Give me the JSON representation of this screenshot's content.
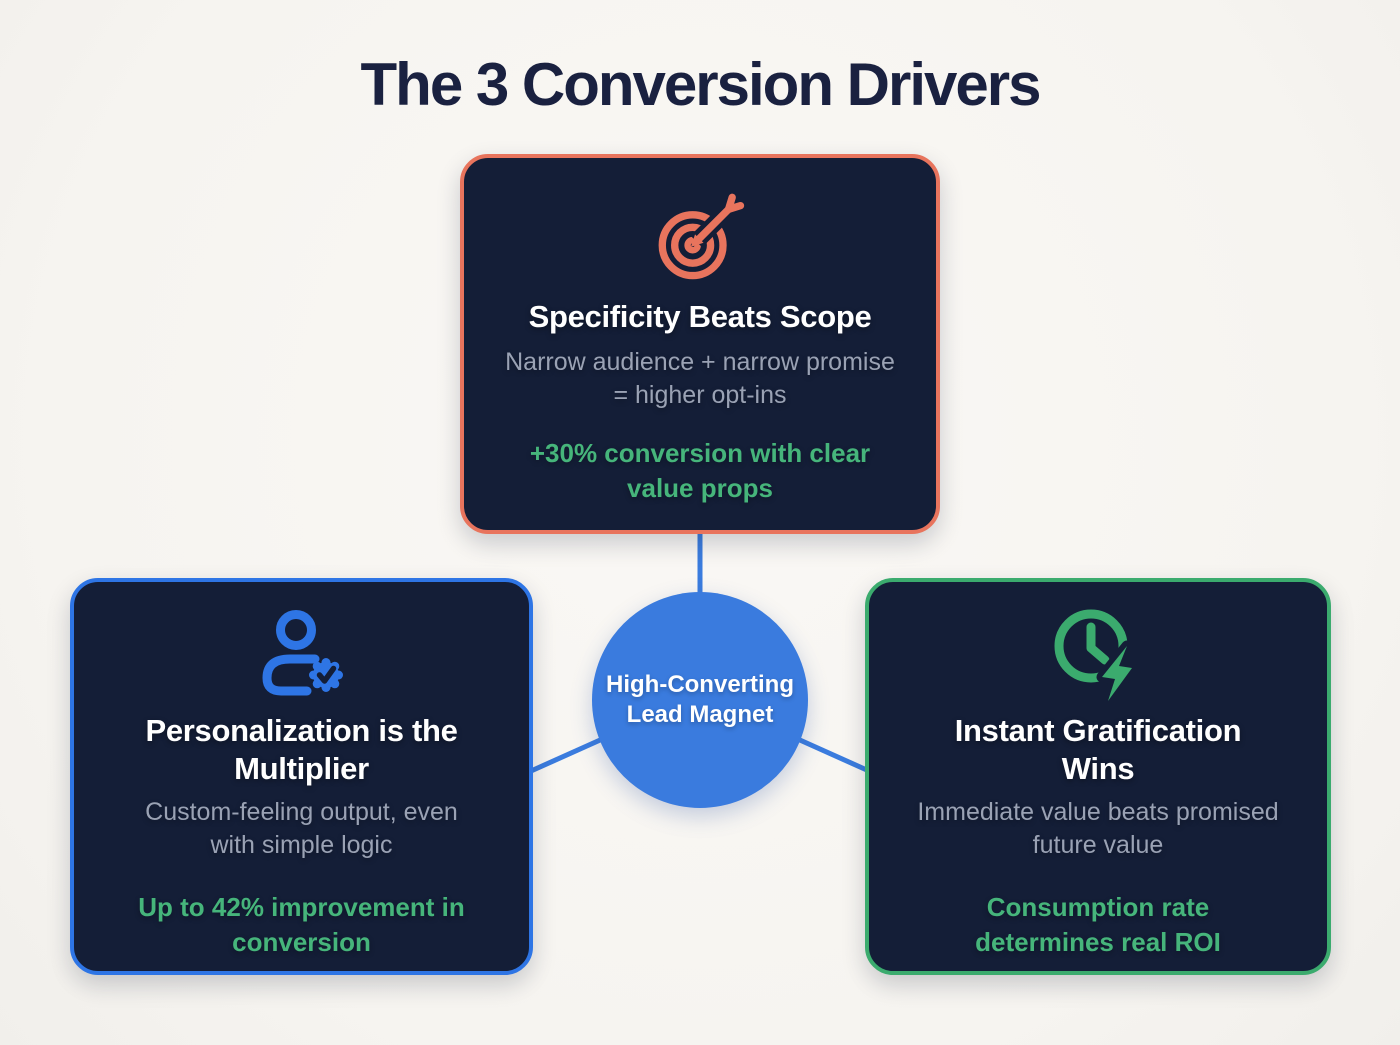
{
  "title": "The 3 Conversion Drivers",
  "colors": {
    "background": "#F6F4F0",
    "card_background": "#141E37",
    "title_text": "#1A2140",
    "card_title_text": "#FFFFFF",
    "subtitle_text": "#9AA2B4",
    "stat_text": "#46B57B",
    "connector": "#3B7CDE"
  },
  "center_node": {
    "label": "High-Converting Lead Magnet",
    "color": "#3A7BDE",
    "text_color": "#FFFFFF"
  },
  "cards": [
    {
      "id": "specificity",
      "icon": "target-icon",
      "accent": "#E8745D",
      "title": "Specificity Beats Scope",
      "subtitle": "Narrow audience + narrow promise = higher opt-ins",
      "stat": "+30% conversion with clear value props"
    },
    {
      "id": "personalization",
      "icon": "user-check-icon",
      "accent": "#2E75E5",
      "title": "Personalization is the Multiplier",
      "subtitle": "Custom-feeling output, even with simple logic",
      "stat": "Up to 42% improvement in conversion"
    },
    {
      "id": "instant-gratification",
      "icon": "clock-bolt-icon",
      "accent": "#3BAB6E",
      "title": "Instant Gratification Wins",
      "subtitle": "Immediate value beats promised future value",
      "stat": "Consumption rate determines real ROI"
    }
  ]
}
